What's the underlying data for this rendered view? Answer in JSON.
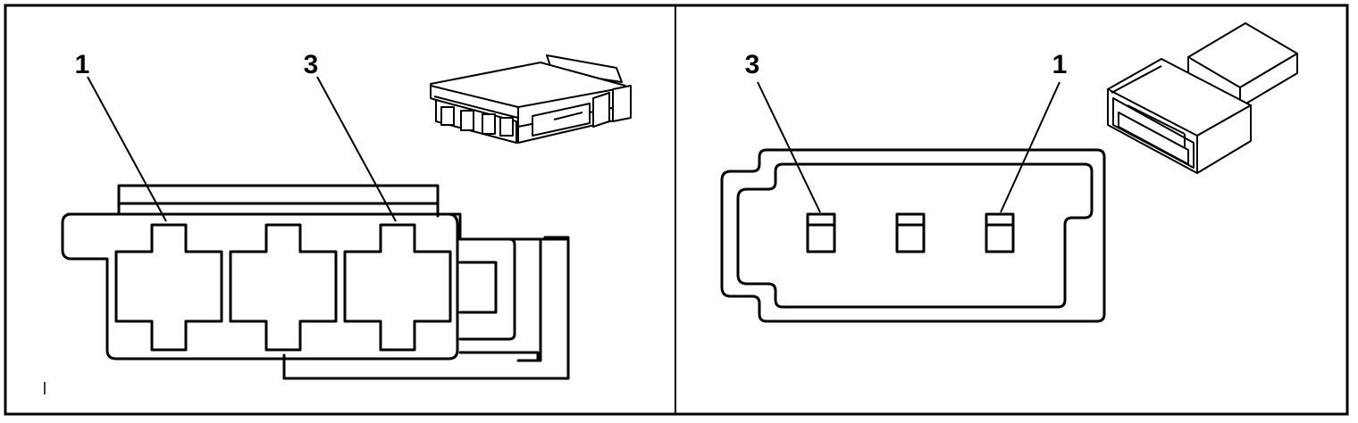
{
  "panels": [
    {
      "name": "left",
      "callouts": [
        {
          "label": "1"
        },
        {
          "label": "3"
        }
      ]
    },
    {
      "name": "right",
      "callouts": [
        {
          "label": "3"
        },
        {
          "label": "1"
        }
      ]
    }
  ]
}
